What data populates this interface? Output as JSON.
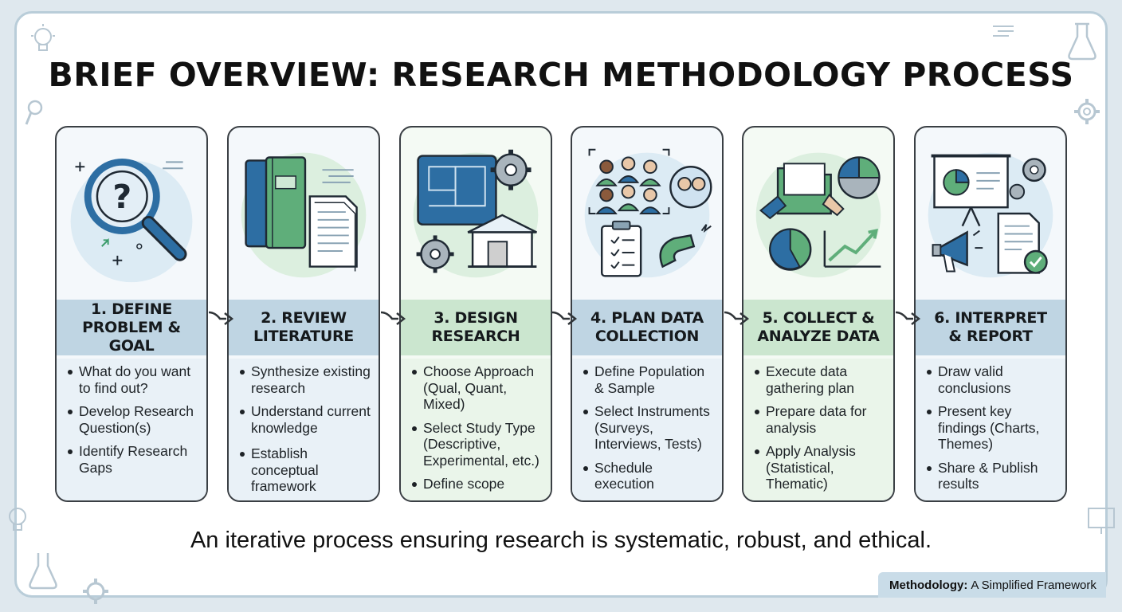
{
  "title": "BRIEF OVERVIEW: RESEARCH METHODOLOGY PROCESS",
  "colors": {
    "blue_band": "#bfd5e3",
    "green_band": "#cbe6cf",
    "blue_icon": "#2d6ea3",
    "green_icon": "#5fae7a",
    "outline": "#3a3f44"
  },
  "steps": [
    {
      "heading_line1": "1. DEFINE",
      "heading_line2": "PROBLEM & GOAL",
      "icon": "magnifier-question-icon",
      "bullets": [
        "What do you want to find out?",
        "Develop Research Question(s)",
        "Identify Research Gaps"
      ]
    },
    {
      "heading_line1": "2. REVIEW",
      "heading_line2": "LITERATURE",
      "icon": "books-document-icon",
      "bullets": [
        "Synthesize existing research",
        "Understand current knowledge",
        "Establish conceptual framework"
      ]
    },
    {
      "heading_line1": "3. DESIGN",
      "heading_line2": "RESEARCH",
      "icon": "blueprint-gears-icon",
      "bullets": [
        "Choose Approach (Qual, Quant, Mixed)",
        "Select Study Type (Descriptive, Experimental, etc.)",
        "Define scope"
      ]
    },
    {
      "heading_line1": "4. PLAN DATA",
      "heading_line2": "COLLECTION",
      "icon": "people-clipboard-magnet-icon",
      "bullets": [
        "Define Population & Sample",
        "Select Instruments (Surveys, Interviews, Tests)",
        "Schedule execution"
      ]
    },
    {
      "heading_line1": "5. COLLECT &",
      "heading_line2": "ANALYZE DATA",
      "icon": "folder-charts-icon",
      "bullets": [
        "Execute data gathering plan",
        "Prepare data for analysis",
        "Apply Analysis (Statistical, Thematic)"
      ]
    },
    {
      "heading_line1": "6. INTERPRET",
      "heading_line2": "& REPORT",
      "icon": "presentation-megaphone-icon",
      "bullets": [
        "Draw valid conclusions",
        "Present key findings (Charts, Themes)",
        "Share & Publish results"
      ]
    }
  ],
  "caption": "An iterative process ensuring research is systematic, robust, and ethical.",
  "footer": {
    "bold": "Methodology:",
    "rest": "A Simplified Framework"
  }
}
